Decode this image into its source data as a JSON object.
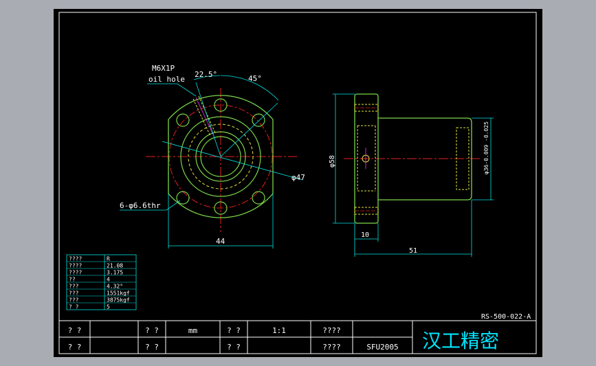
{
  "colors": {
    "background_outer": "#a9acb3",
    "sheet": "#000000",
    "border": "#ffffff",
    "part_outline": "#7cd64a",
    "dimension": "#00e5e5",
    "hidden_line": "#e6e63c",
    "center_line": "#e61e1e",
    "text": "#ffffff",
    "title_text": "#00e5ff",
    "magenta_mark": "#ff33ff"
  },
  "front_view": {
    "callout_thread": "M6X1P",
    "callout_oil": "oil hole",
    "angle_small": "22.5°",
    "angle_large": "45°",
    "dia_pitch": "φ47",
    "holes_callout": "6-φ6.6thr",
    "width_dim": "44"
  },
  "side_view": {
    "dia_flange": "φ58",
    "dia_body": "φ36-0.009 -0.025",
    "flange_thick": "10",
    "length": "51"
  },
  "spec_table": {
    "rows": [
      {
        "label": "????",
        "value": "R"
      },
      {
        "label": "????",
        "value": "21.08"
      },
      {
        "label": "????",
        "value": "3.175"
      },
      {
        "label": "??",
        "value": "4"
      },
      {
        "label": "???",
        "value": "4.32°"
      },
      {
        "label": "???",
        "value": "1551kgf"
      },
      {
        "label": "???",
        "value": "3875kgf"
      },
      {
        "label": "?  ?",
        "value": "5"
      }
    ]
  },
  "drawing_number": "RS-500-022-A",
  "title_block": {
    "r1": [
      "?  ?",
      "",
      "?  ?",
      "mm",
      "?  ?",
      "1:1",
      "????",
      ""
    ],
    "r2": [
      "?  ?",
      "",
      "?  ?",
      "",
      "?  ?",
      "",
      "????",
      "SFU2005"
    ],
    "company": "汉工精密"
  }
}
